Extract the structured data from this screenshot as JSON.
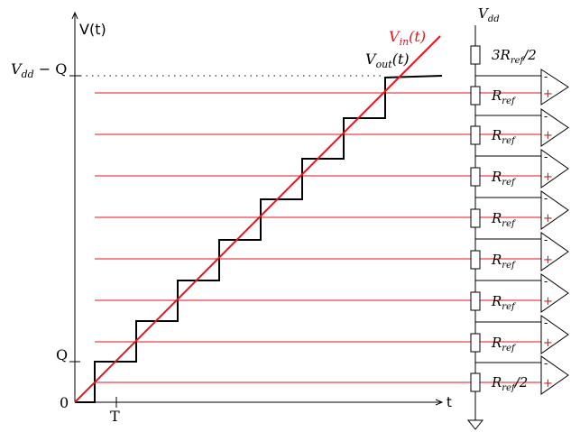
{
  "axes": {
    "y_label": "V(t)",
    "x_label": "t",
    "tick_labels": {
      "vdd_minus_q": {
        "main": "V",
        "sub": "dd",
        "rest": " − Q"
      },
      "q": "Q",
      "zero": "0",
      "t": "T"
    }
  },
  "curves": {
    "vin": {
      "main": "V",
      "sub": "in",
      "rest": "(t)",
      "color": "#e8131b"
    },
    "vout": {
      "main": "V",
      "sub": "out",
      "rest": "(t)",
      "color": "#000000"
    }
  },
  "ladder": {
    "supply": {
      "main": "V",
      "sub": "dd"
    },
    "top_resistor": {
      "pre": "3R",
      "sub": "ref",
      "post": "/2"
    },
    "middle_resistor": {
      "main": "R",
      "sub": "ref"
    },
    "bottom_resistor": {
      "main": "R",
      "sub": "ref",
      "post": "/2"
    },
    "middle_count": 7,
    "minus_sign": "-",
    "plus_sign": "+",
    "plus_color": "#e8131b",
    "reference_line_color": "#e8131b"
  }
}
